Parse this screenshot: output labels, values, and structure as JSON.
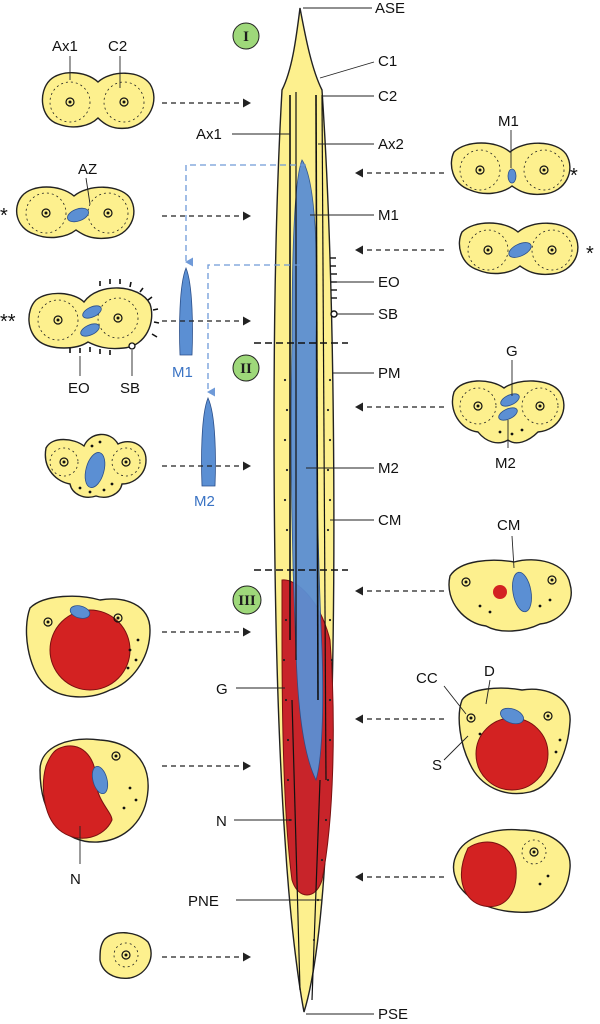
{
  "labels": {
    "ASE": "ASE",
    "C1": "C1",
    "C2": "C2",
    "Ax1": "Ax1",
    "Ax2": "Ax2",
    "M1": "M1",
    "EO": "EO",
    "SB": "SB",
    "PM": "PM",
    "M2": "M2",
    "CM": "CM",
    "G": "G",
    "N": "N",
    "PNE": "PNE",
    "PSE": "PSE",
    "AZ": "AZ",
    "CC": "CC",
    "D": "D",
    "S": "S"
  },
  "regions": [
    "I",
    "II",
    "III"
  ],
  "stars": {
    "single": "*",
    "double": "**"
  },
  "colors": {
    "cytoplasm": "#fdf08e",
    "mitochondria": "#5b8fd3",
    "nucleus": "#d32222",
    "region_badge": "#9ed87a",
    "dashed_blue": "#6f9ad8"
  }
}
